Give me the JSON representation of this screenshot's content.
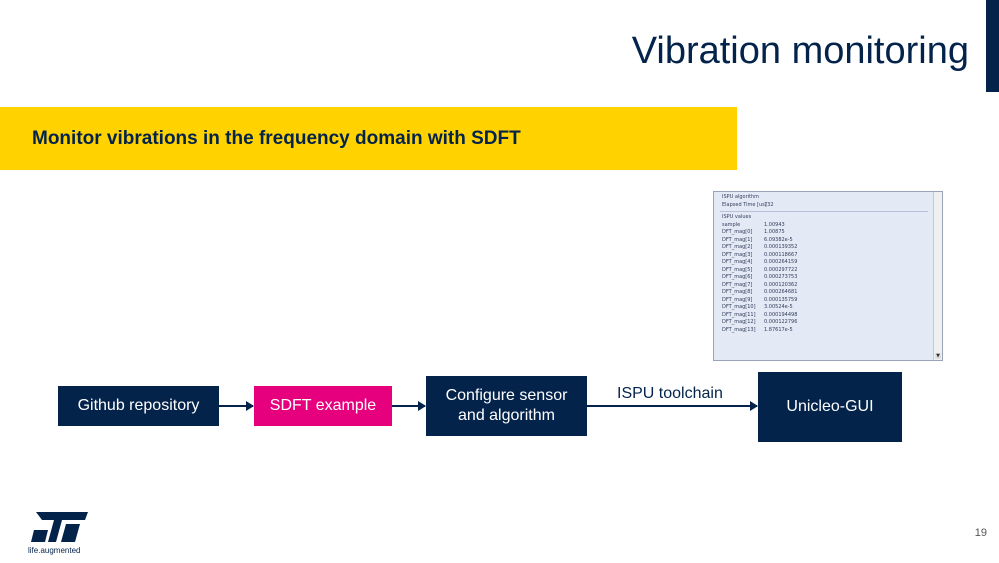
{
  "title": "Vibration monitoring",
  "banner": "Monitor vibrations in the frequency domain with SDFT",
  "flow": {
    "github": "Github repository",
    "sdft": "SDFT example",
    "configure": "Configure sensor and algorithm",
    "toolchain": "ISPU toolchain",
    "unicleo": "Unicleo-GUI"
  },
  "screenshot": {
    "section1": "ISPU algorithm",
    "elapsed_label": "Elapsed Time [us]",
    "elapsed_value": "732",
    "section2": "ISPU values",
    "rows": [
      [
        "sample",
        "1.00943"
      ],
      [
        "DFT_mag[0]",
        "1.00875"
      ],
      [
        "DFT_mag[1]",
        "6.09382e-5"
      ],
      [
        "DFT_mag[2]",
        "0.000139352"
      ],
      [
        "DFT_mag[3]",
        "0.000118667"
      ],
      [
        "DFT_mag[4]",
        "0.000264159"
      ],
      [
        "DFT_mag[5]",
        "0.000297722"
      ],
      [
        "DFT_mag[6]",
        "0.000273753"
      ],
      [
        "DFT_mag[7]",
        "0.000120362"
      ],
      [
        "DFT_mag[8]",
        "0.000264681"
      ],
      [
        "DFT_mag[9]",
        "0.000135759"
      ],
      [
        "DFT_mag[10]",
        "3.00524e-5"
      ],
      [
        "DFT_mag[11]",
        "0.000194498"
      ],
      [
        "DFT_mag[12]",
        "0.000122796"
      ],
      [
        "DFT_mag[13]",
        "1.87617e-5"
      ]
    ]
  },
  "logo": {
    "tagline": "life.augmented",
    "mark": "ST"
  },
  "page_number": "19",
  "colors": {
    "navy": "#03234b",
    "yellow": "#ffd200",
    "pink": "#e6007e"
  }
}
